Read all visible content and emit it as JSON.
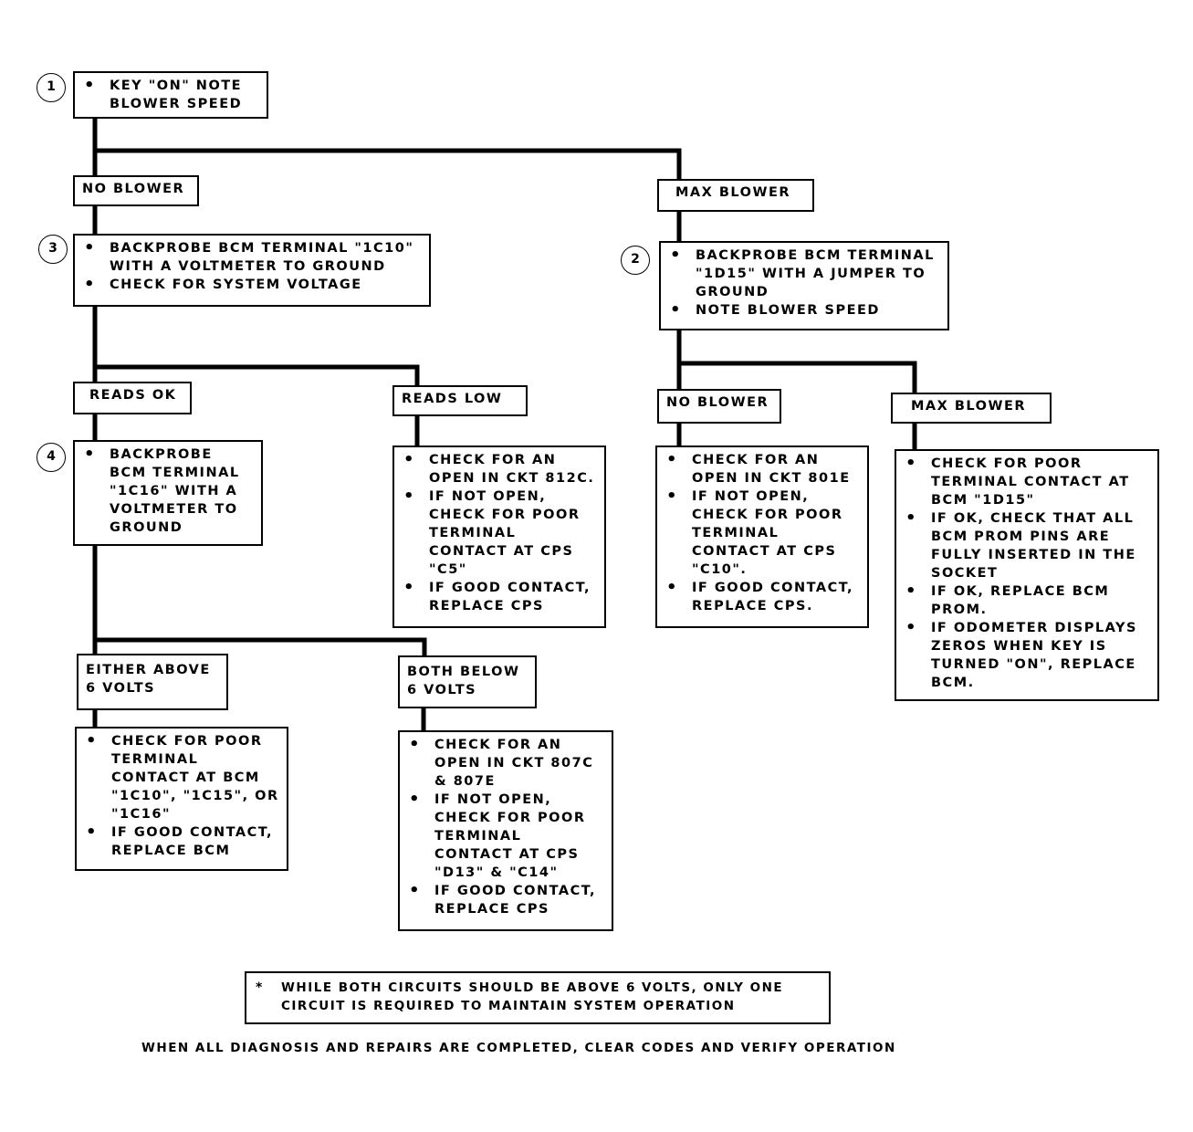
{
  "steps": {
    "s1": {
      "number": "1",
      "items": [
        "KEY \"ON\"  NOTE\nBLOWER SPEED"
      ]
    },
    "no_blower_1": "NO BLOWER",
    "max_blower_1": "MAX BLOWER",
    "s3": {
      "number": "3",
      "items": [
        "BACKPROBE BCM TERMINAL \"1C10\"\nWITH A VOLTMETER TO GROUND",
        "CHECK FOR SYSTEM VOLTAGE"
      ]
    },
    "s2": {
      "number": "2",
      "items": [
        "BACKPROBE BCM TERMINAL\n\"1D15\" WITH A JUMPER TO\nGROUND",
        "NOTE BLOWER SPEED"
      ]
    },
    "reads_ok": "READS OK",
    "reads_low": "READS LOW",
    "no_blower_2": "NO BLOWER",
    "max_blower_2": "MAX BLOWER",
    "s4": {
      "number": "4",
      "items": [
        "BACKPROBE\nBCM TERMINAL\n\"1C16\" WITH A\nVOLTMETER TO\nGROUND"
      ]
    },
    "reads_low_actions": [
      "CHECK FOR AN\nOPEN IN CKT 812C.",
      "IF NOT OPEN,\nCHECK FOR POOR\nTERMINAL\nCONTACT AT CPS\n\"C5\"",
      "IF GOOD CONTACT,\nREPLACE CPS"
    ],
    "no_blower_actions": [
      "CHECK FOR AN\nOPEN IN CKT 801E",
      "IF NOT OPEN,\nCHECK FOR POOR\nTERMINAL\nCONTACT AT CPS\n\"C10\".",
      "IF GOOD CONTACT,\nREPLACE CPS."
    ],
    "max_blower_actions": [
      "CHECK FOR POOR\nTERMINAL CONTACT AT\nBCM \"1D15\"",
      "IF OK, CHECK THAT ALL\nBCM PROM PINS ARE\nFULLY INSERTED IN THE\nSOCKET",
      "IF OK, REPLACE BCM\nPROM.",
      "IF ODOMETER DISPLAYS\nZEROS WHEN KEY IS\nTURNED \"ON\", REPLACE\nBCM."
    ],
    "either_above": "EITHER ABOVE\n6 VOLTS",
    "both_below": "BOTH BELOW\n6 VOLTS",
    "either_actions": [
      "CHECK FOR POOR\nTERMINAL\nCONTACT AT BCM\n\"1C10\", \"1C15\", OR\n\"1C16\"",
      "IF GOOD CONTACT,\nREPLACE BCM"
    ],
    "both_actions": [
      "CHECK FOR AN\nOPEN IN CKT 807C\n& 807E",
      "IF NOT OPEN,\nCHECK FOR POOR\nTERMINAL\nCONTACT AT CPS\n\"D13\" & \"C14\"",
      "IF GOOD CONTACT,\nREPLACE CPS"
    ]
  },
  "note": "WHILE BOTH CIRCUITS SHOULD BE ABOVE 6 VOLTS, ONLY ONE\nCIRCUIT IS REQUIRED TO MAINTAIN SYSTEM OPERATION",
  "footer": "WHEN ALL DIAGNOSIS AND REPAIRS ARE COMPLETED, CLEAR CODES AND VERIFY OPERATION"
}
